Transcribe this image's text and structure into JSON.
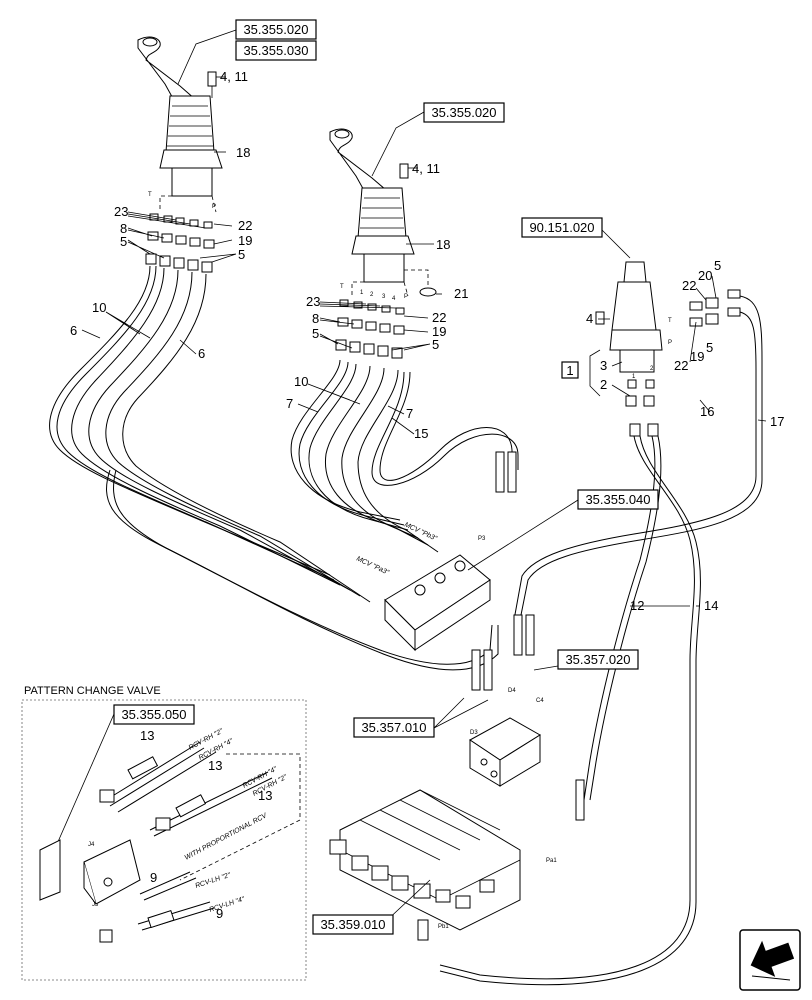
{
  "refs": {
    "r1": "35.355.020",
    "r2": "35.355.030",
    "r3": "35.355.020",
    "r4": "90.151.020",
    "r5": "35.355.040",
    "r6": "35.357.020",
    "r7": "35.357.010",
    "r8": "35.355.050",
    "r9": "35.359.010"
  },
  "item_box": "1",
  "callouts": {
    "c4_11a": "4, 11",
    "c18a": "18",
    "c23a": "23",
    "c8a": "8",
    "c5a": "5",
    "c22a": "22",
    "c19a": "19",
    "c5b": "5",
    "c10a": "10",
    "c6a": "6",
    "c6b": "6",
    "c4_11b": "4, 11",
    "c18b": "18",
    "c21": "21",
    "c23b": "23",
    "c8b": "8",
    "c5c": "5",
    "c22b": "22",
    "c19b": "19",
    "c5d": "5",
    "c10b": "10",
    "c7a": "7",
    "c7b": "7",
    "c15": "15",
    "c22c": "22",
    "c20": "20",
    "c5e": "5",
    "c4": "4",
    "c3": "3",
    "c2": "2",
    "c22d": "22",
    "c19c": "19",
    "c5f": "5",
    "c16": "16",
    "c17": "17",
    "c12": "12",
    "c14": "14",
    "c13a": "13",
    "c13b": "13",
    "c13c": "13",
    "c9a": "9",
    "c9b": "9"
  },
  "port_labels": {
    "t1": "T",
    "p1": "P",
    "t2": "T",
    "p2": "P",
    "n1": "1",
    "n2": "2",
    "n3": "3",
    "n4": "4",
    "pv_t": "T",
    "pv_p": "P",
    "pv_1": "1",
    "pv_2": "2",
    "p3": "P3",
    "pa1": "Pa1",
    "pb1": "Pb1",
    "d4": "D4",
    "c4": "C4",
    "d3": "D3",
    "j4": "J4",
    "j3": "J3",
    "j2": "J2"
  },
  "hose_tags": {
    "mcv_pb3": "MCV \"Pb3\"",
    "mcv_pa3": "MCV \"Pa3\"",
    "rcv_rh2a": "RCV-RH \"2\"",
    "rcv_rh4a": "RCV-RH \"4\"",
    "rcv_rh4b": "RCV-RH \"4\"",
    "rcv_rh2b": "RCV-RH \"2\"",
    "rcv_lh2": "RCV-LH \"2\"",
    "rcv_lh4": "RCV-LH \"4\"",
    "prop_rcv": "WITH PROPORTIONAL RCV"
  },
  "inset_title": "PATTERN CHANGE VALVE",
  "nav": {
    "icon": "arrow-nav-icon"
  }
}
